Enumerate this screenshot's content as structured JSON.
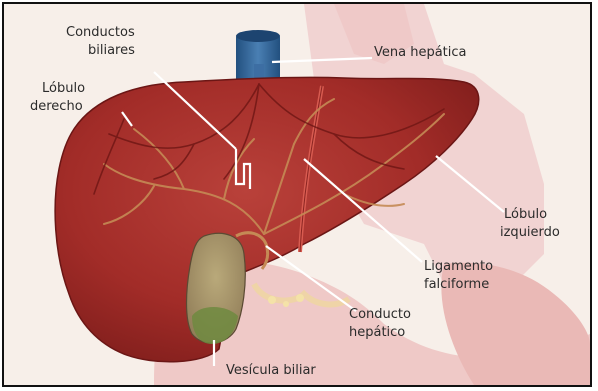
{
  "diagram": {
    "labels": {
      "conductos_1": "Conductos",
      "conductos_2": "biliares",
      "lobulo_der_1": "Lóbulo",
      "lobulo_der_2": "derecho",
      "vena": "Vena hepática",
      "lobulo_izq_1": "Lóbulo",
      "lobulo_izq_2": "izquierdo",
      "ligamento_1": "Ligamento",
      "ligamento_2": "falciforme",
      "conducto_1": "Conducto",
      "conducto_2": "hepático",
      "vesicula": "Vesícula biliar"
    },
    "colors": {
      "liver": "#a8302c",
      "liver_dark": "#7a1c1a",
      "vessels": "#c98b55",
      "gallbladder": "#8f9a52",
      "vein": "#2e5f8f",
      "background_organs": "#eecdcb"
    }
  }
}
